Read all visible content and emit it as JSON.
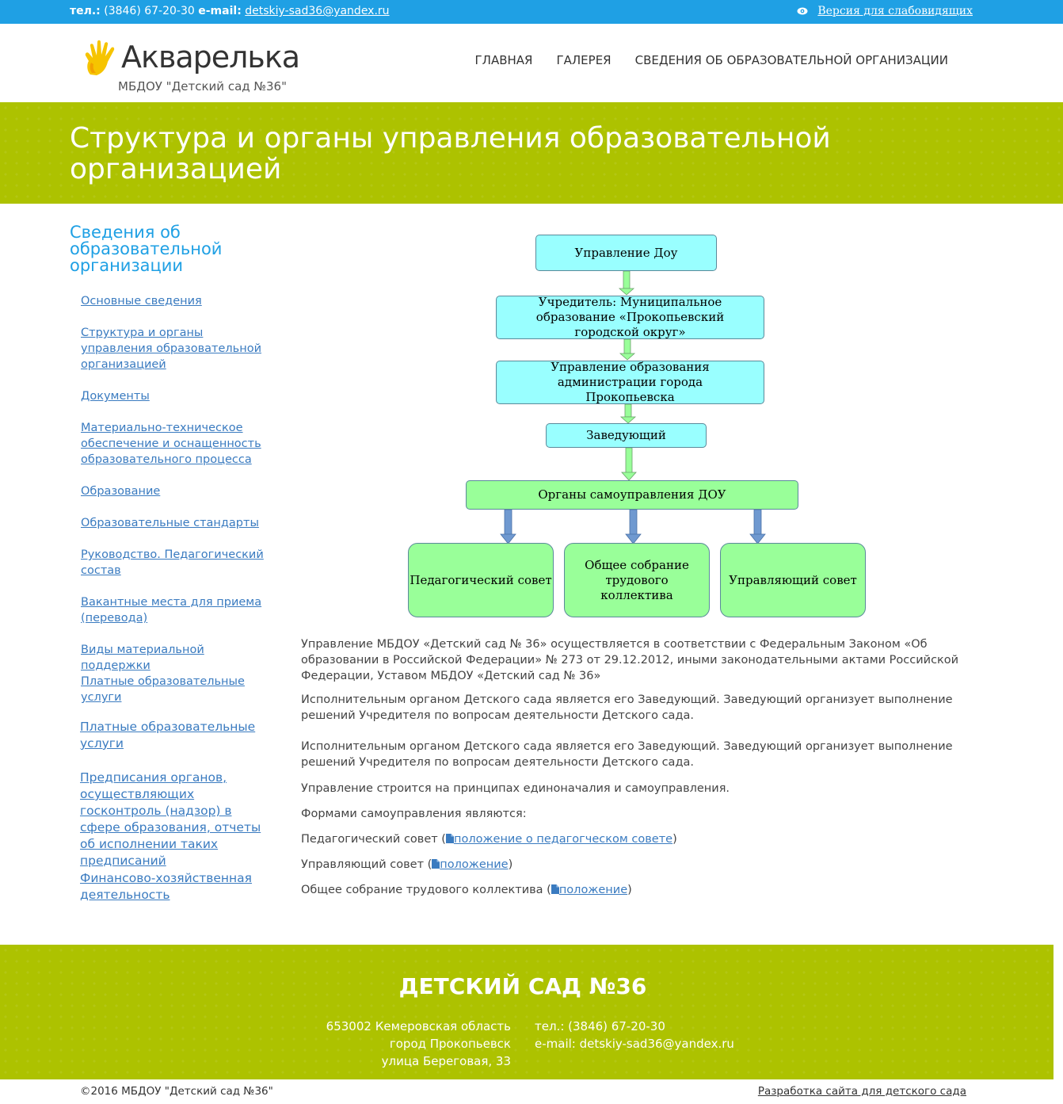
{
  "topbar": {
    "tel_label": "тел.:",
    "tel": "(3846) 67-20-30",
    "email_label": "e-mail:",
    "email": "detskiy-sad36@yandex.ru",
    "vision_link": "Версия для слабовидящих"
  },
  "header": {
    "logo_title": "Акварелька",
    "logo_subtitle": "МБДОУ \"Детский сад №36\"",
    "nav": [
      "ГЛАВНАЯ",
      "ГАЛЕРЕЯ",
      "СВЕДЕНИЯ ОБ ОБРАЗОВАТЕЛЬНОЙ ОРГАНИЗАЦИИ"
    ]
  },
  "page_title": "Структура и органы управления образовательной организацией",
  "sidebar": {
    "title": "Сведения об образовательной организации",
    "items": [
      "Основные сведения",
      "Структура и органы управления образовательной организацией",
      "Документы",
      "Материально-техническое обеспечение и оснащенность образовательного процесса",
      "Образование",
      "Образовательные стандарты",
      "Руководство. Педагогический состав",
      "Вакантные места для приема (перевода)",
      "Виды материальной поддержки",
      "Платные образовательные услуги",
      "Платные образовательные услуги",
      "Предписания органов, осуществляющих госконтроль (надзор) в сфере образования, отчеты об исполнении таких предписаний",
      "Финансово-хозяйственная деятельность"
    ]
  },
  "orgchart": {
    "box1": "Управление Доу",
    "box2": "Учредитель: Муниципальное образование «Прокопьевский городской округ»",
    "box3": "Управление образования администрации города Прокопьевска",
    "box4": "Заведующий",
    "box5": "Органы самоуправления ДОУ",
    "box6": "Педагогический совет",
    "box7": "Общее собрание трудового коллектива",
    "box8": "Управляющий совет",
    "colors": {
      "cyan": "#99ffff",
      "green": "#99ff99",
      "arrow_green": "#99ff99",
      "arrow_blue": "#6f99d0"
    }
  },
  "content": {
    "p1": "Управление МБДОУ «Детский сад № 36» осуществляется в соответствии с Федеральным Законом «Об образовании в Российской Федерации» № 273 от 29.12.2012, иными законодательными актами Российской Федерации, Уставом МБДОУ «Детский сад № 36»",
    "p2": "Исполнительным органом Детского сада является его Заведующий. Заведующий организует выполнение решений Учредителя по вопросам деятельности Детского сада.",
    "p3": "Исполнительным органом Детского сада является его Заведующий. Заведующий организует выполнение решений Учредителя по вопросам деятельности Детского сада.",
    "p4": "Управление строится на принципах единоначалия и самоуправления.",
    "p5": "Формами самоуправления являются:",
    "l1_text": "Педагогический совет (",
    "l1_link": "положение о педагогческом совете",
    "l2_text": "Управляющий совет (",
    "l2_link": "положение",
    "l3_text": "Общее собрание трудового коллектива (",
    "l3_link": "положение",
    "close": ")"
  },
  "footer": {
    "title": "ДЕТСКИЙ САД №36",
    "addr1": "653002 Кемеровская область",
    "addr2": "город Прокопьевск",
    "addr3": "улица Береговая, 33",
    "tel": "тел.: (3846) 67-20-30",
    "email": "e-mail: detskiy-sad36@yandex.ru",
    "copyright": "©2016 МБДОУ \"Детский сад №36\"",
    "dev_link": "Разработка сайта для детского сада"
  },
  "colors": {
    "topbar": "#1fa0e4",
    "banner": "#adc200",
    "link": "#3a7bc0",
    "sidebar_title": "#1fa0e4"
  }
}
